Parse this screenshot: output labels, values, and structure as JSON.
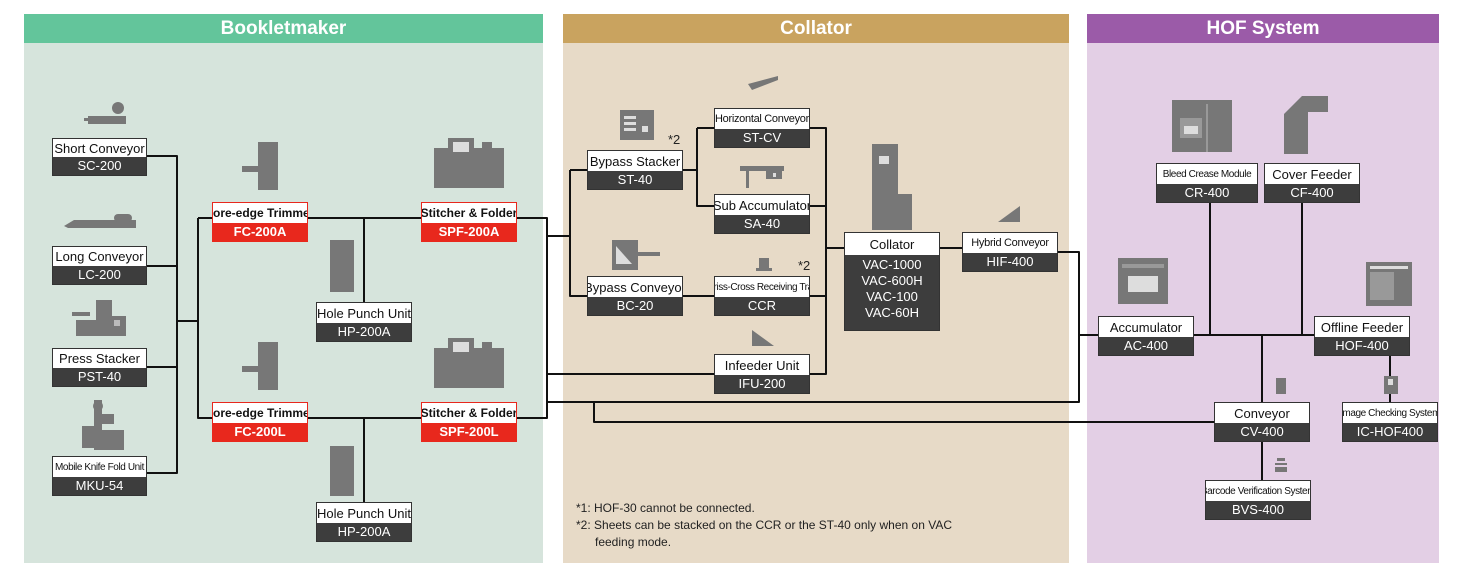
{
  "panels": {
    "bookletmaker": {
      "title": "Bookletmaker",
      "color": "#63c59b",
      "bg": "#d6e4dc"
    },
    "collator": {
      "title": "Collator",
      "color": "#c9a35f",
      "bg": "#e7dac7"
    },
    "hof": {
      "title": "HOF System",
      "color": "#9b5ba8",
      "bg": "#e3cfe5"
    }
  },
  "units": {
    "sc200": {
      "name": "Short Conveyor",
      "model": "SC-200"
    },
    "lc200": {
      "name": "Long Conveyor",
      "model": "LC-200"
    },
    "pst40": {
      "name": "Press Stacker",
      "model": "PST-40"
    },
    "mku54": {
      "name": "Mobile Knife Fold Unit",
      "model": "MKU-54"
    },
    "fc200a": {
      "name": "Fore-edge Trimmer",
      "model": "FC-200A"
    },
    "fc200l": {
      "name": "Fore-edge Trimmer",
      "model": "FC-200L"
    },
    "hp200a_1": {
      "name": "Hole Punch Unit",
      "model": "HP-200A"
    },
    "hp200a_2": {
      "name": "Hole Punch Unit",
      "model": "HP-200A"
    },
    "spf200a": {
      "name": "Stitcher & Folder",
      "model": "SPF-200A"
    },
    "spf200l": {
      "name": "Stitcher & Folder",
      "model": "SPF-200L"
    },
    "st40": {
      "name": "Bypass Stacker",
      "model": "ST-40"
    },
    "bc20": {
      "name": "Bypass Conveyor",
      "model": "BC-20"
    },
    "stcv": {
      "name": "Horizontal Conveyor",
      "model": "ST-CV"
    },
    "sa40": {
      "name": "Sub Accumulator",
      "model": "SA-40"
    },
    "ccr": {
      "name": "Criss-Cross Receiving Tray",
      "model": "CCR"
    },
    "ifu200": {
      "name": "Infeeder Unit",
      "model": "IFU-200"
    },
    "vac": {
      "name": "Collator",
      "models": [
        "VAC-1000",
        "VAC-600H",
        "VAC-100",
        "VAC-60H"
      ]
    },
    "hif400": {
      "name": "Hybrid Conveyor",
      "model": "HIF-400"
    },
    "ac400": {
      "name": "Accumulator",
      "model": "AC-400"
    },
    "cr400": {
      "name": "Bleed Crease Module",
      "model": "CR-400"
    },
    "cf400": {
      "name": "Cover Feeder",
      "model": "CF-400"
    },
    "hof400": {
      "name": "Offline Feeder",
      "model": "HOF-400"
    },
    "cv400": {
      "name": "Conveyor",
      "model": "CV-400"
    },
    "ichof": {
      "name": "Image Checking System",
      "model": "IC-HOF400"
    },
    "bvs400": {
      "name": "Barcode Verification System",
      "model": "BVS-400"
    }
  },
  "footnote_marks": {
    "st40": "*2",
    "ccr": "*2"
  },
  "notes": {
    "n1": "*1: HOF-30 cannot be connected.",
    "n2_line1": "*2: Sheets can be stacked on the CCR or the ST-40 only when on VAC",
    "n2_line2": "feeding mode."
  }
}
